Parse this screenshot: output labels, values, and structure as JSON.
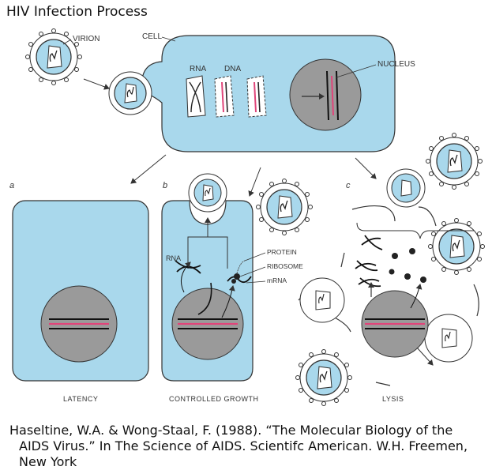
{
  "title": "HIV Infection Process",
  "labels": {
    "virion": "VIRION",
    "cell": "CELL",
    "rna": "RNA",
    "dna": "DNA",
    "nucleus": "NUCLEUS",
    "protein": "PROTEIN",
    "ribosome": "RIBOSOME",
    "mrna": "mRNA",
    "rna_b": "RNA"
  },
  "panels": {
    "a": "a",
    "b": "b",
    "c": "c",
    "latency": "LATENCY",
    "controlled_growth": "CONTROLLED GROWTH",
    "lysis": "LYSIS"
  },
  "citation": {
    "line1": "Haseltine, W.A. & Wong-Staal, F. (1988).  “The Molecular Biology of the",
    "line2": "AIDS Virus.” In The Science of AIDS.  Scientifc American. W.H. Freemen,",
    "line3": "New York"
  },
  "colors": {
    "cell_fill": "#a9d8ec",
    "nucleus_fill": "#9a9a9a",
    "dna_pink": "#e0457a",
    "outline": "#333333"
  }
}
